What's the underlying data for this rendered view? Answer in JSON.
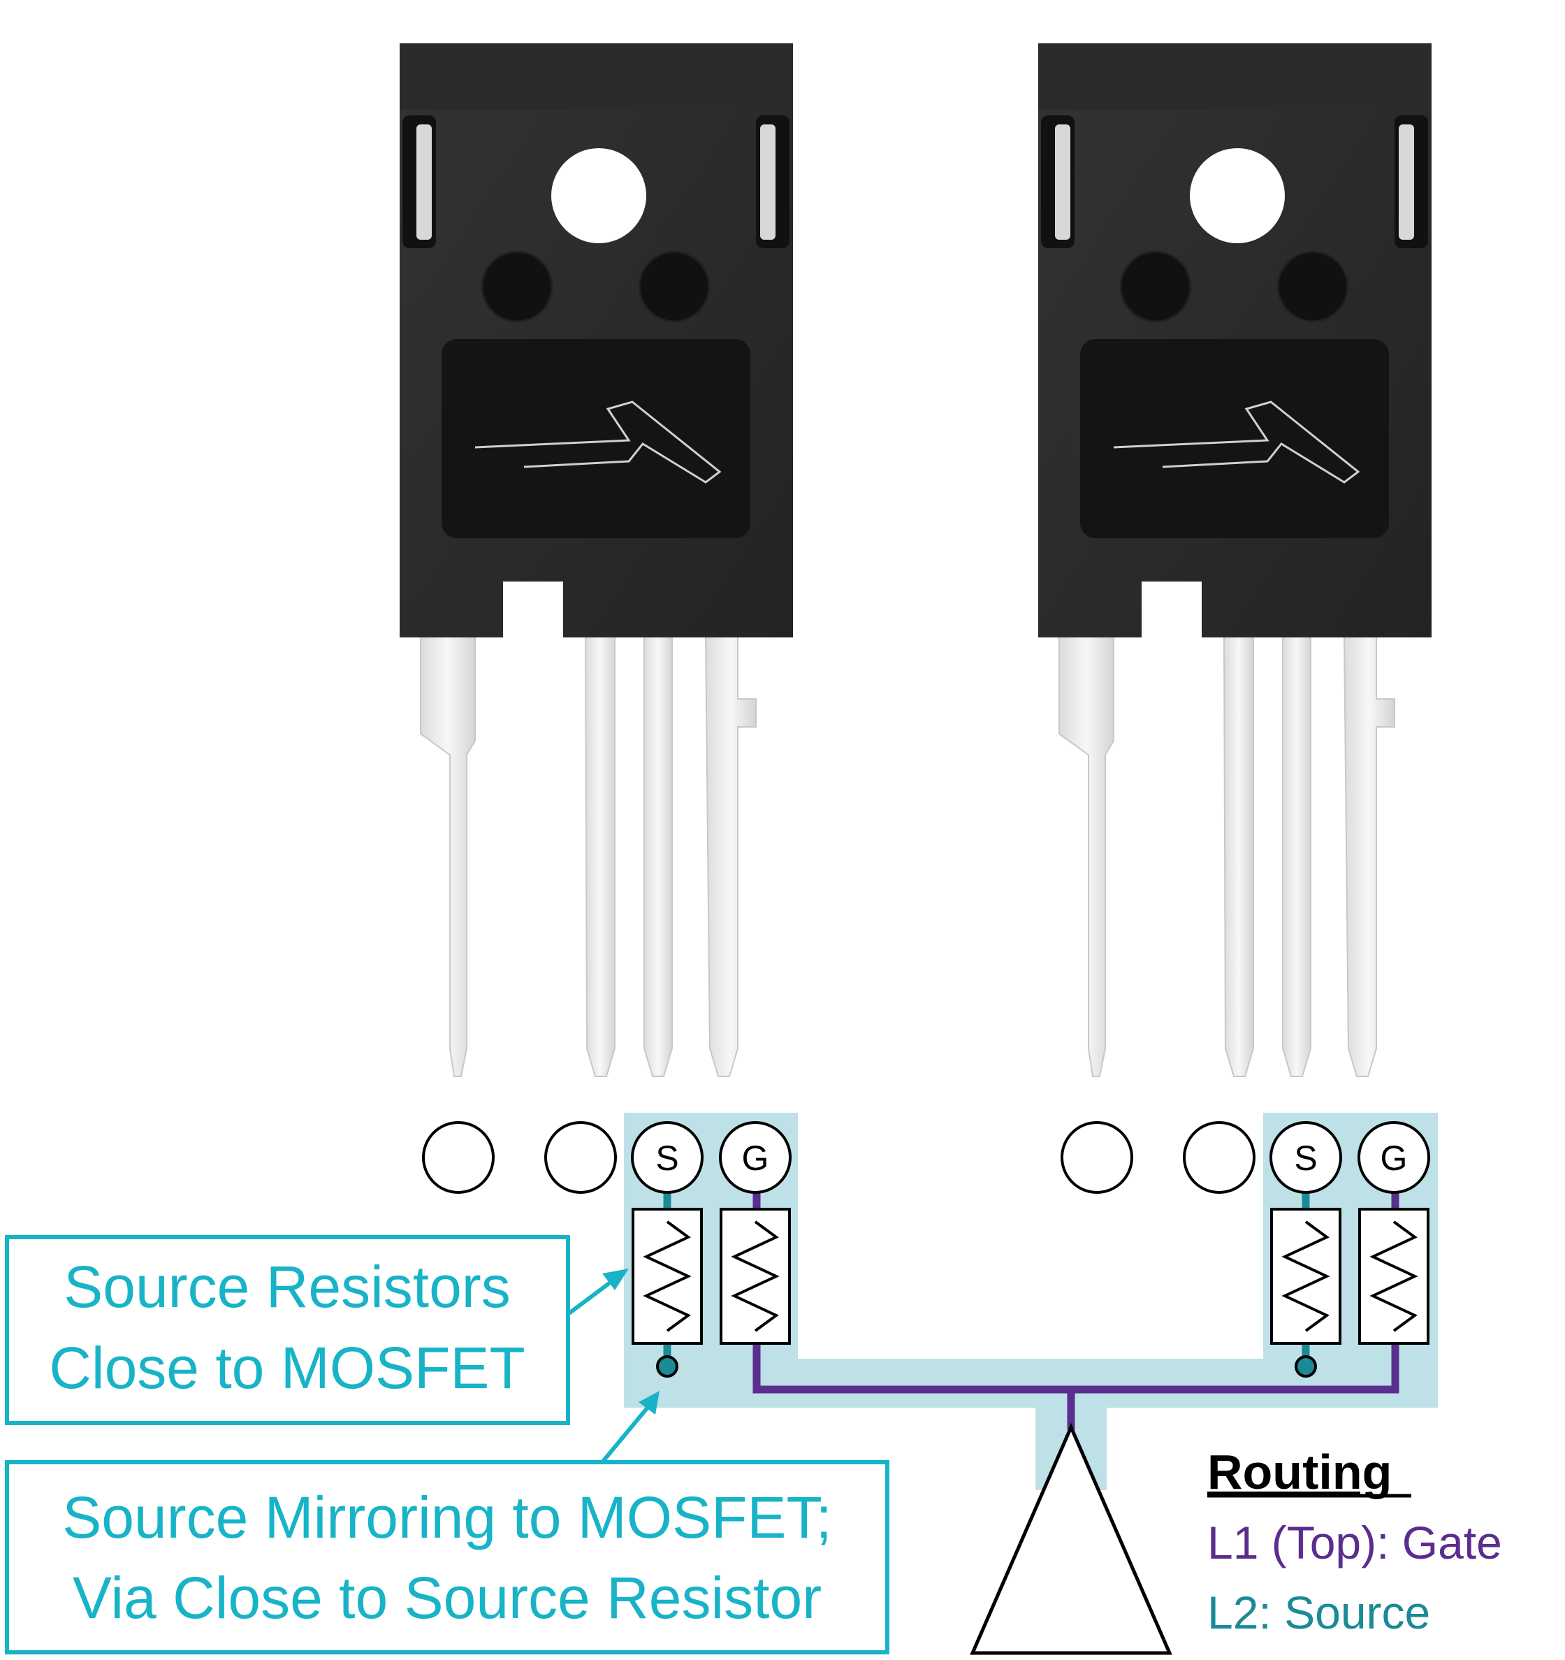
{
  "colors": {
    "cyan": "#18b3c7",
    "cyan_fill": "#bde1e6",
    "gate_purple": "#5b2d8e",
    "source_teal": "#1a8a96",
    "package_dark": "#2a2a2a",
    "lead_light": "#f1f1f1"
  },
  "mosfets": [
    {
      "pins": [
        "",
        "",
        "S",
        "G"
      ]
    },
    {
      "pins": [
        "",
        "",
        "S",
        "G"
      ]
    }
  ],
  "callouts": {
    "source_resistors": [
      "Source Resistors",
      "Close to MOSFET"
    ],
    "source_mirroring": [
      "Source Mirroring to MOSFET;",
      "Via Close to Source Resistor"
    ]
  },
  "routing_legend": {
    "title": "Routing",
    "gate_layer": "L1 (Top): Gate",
    "source_layer": "L2: Source"
  },
  "icons": {
    "package": "to-247-4-package-icon",
    "resistor": "resistor-icon",
    "driver": "triangle-driver-icon",
    "via": "via-icon",
    "logo": "lightning-logo-icon"
  }
}
